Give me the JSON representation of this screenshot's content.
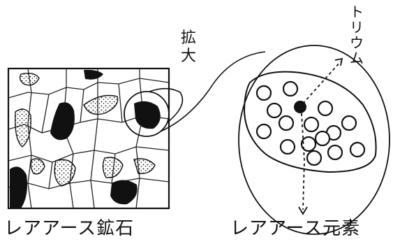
{
  "labels": {
    "ore": "レアアース鉱石",
    "element": "レアアース元素",
    "zoom": "拡大",
    "thorium": "トリウム"
  },
  "colors": {
    "ink": "#111111",
    "paper": "#ffffff"
  }
}
